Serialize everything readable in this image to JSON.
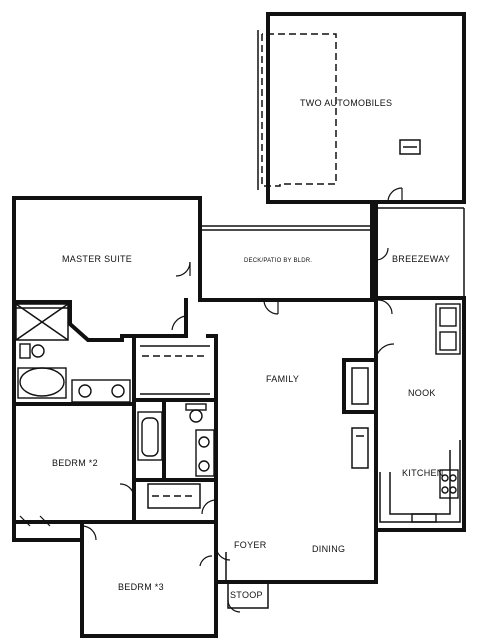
{
  "rooms": {
    "garage": "TWO AUTOMOBILES",
    "master": "MASTER SUITE",
    "patio": "DECK/PATIO BY BLDR.",
    "breezeway": "BREEZEWAY",
    "family": "FAMILY",
    "nook": "NOOK",
    "kitchen": "KITCHEN",
    "bedrm2": "BEDRM *2",
    "bedrm3": "BEDRM *3",
    "foyer": "FOYER",
    "dining": "DINING",
    "stoop": "STOOP"
  }
}
